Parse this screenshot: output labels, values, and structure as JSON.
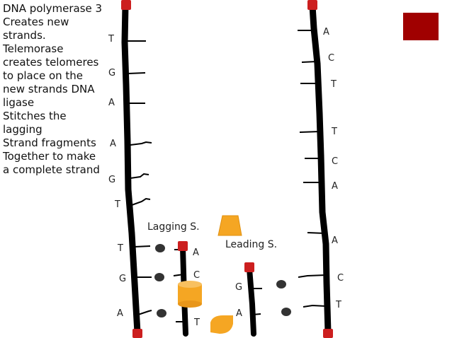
{
  "description": {
    "lines": [
      "DNA polymerase 3",
      "Creates new",
      "strands.",
      "Telemorase",
      "creates telomeres",
      "to place on the",
      "new strands DNA",
      "ligase",
      "Stitches the",
      "lagging",
      "Strand fragments",
      "Together to make",
      "a complete strand"
    ]
  },
  "captions": {
    "lagging": "Lagging S.",
    "leading": "Leading S."
  },
  "strands": {
    "left_bases": [
      "T",
      "G",
      "A",
      "A",
      "G",
      "T",
      "T",
      "G",
      "A"
    ],
    "right_bases": [
      "A",
      "C",
      "T",
      "T",
      "C",
      "A",
      "A",
      "C",
      "T"
    ],
    "lagging_bases": [
      "A",
      "C",
      "T"
    ],
    "leading_bases": [
      "G",
      "A"
    ]
  },
  "colors": {
    "strand": "#000000",
    "telomere": "#cc1f1f",
    "enzyme": "#f0a020",
    "nucleotide": "#333333",
    "swatch": "#a00000"
  }
}
